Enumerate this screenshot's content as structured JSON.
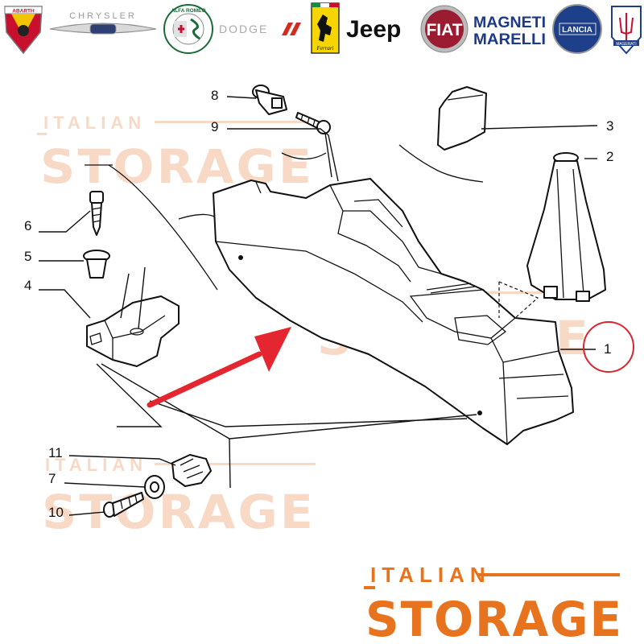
{
  "brands": {
    "abarth": "ABARTH",
    "chrysler": "CHRYSLER",
    "alfa_romeo": "ALFA ROMEO",
    "dodge": "DODGE",
    "ferrari": "Ferrari",
    "jeep": "Jeep",
    "fiat": "FIAT",
    "magneti_line1": "MAGNETI",
    "magneti_line2": "MARELLI",
    "lancia": "LANCIA",
    "maserati": "MASERATI"
  },
  "watermark": {
    "small": "ITALIAN",
    "big": "STORAGE"
  },
  "logo": {
    "small": "ITALIAN",
    "big": "STORAGE",
    "color": "#e8731f"
  },
  "part_labels": {
    "p1": "1",
    "p2": "2",
    "p3": "3",
    "p4": "4",
    "p5": "5",
    "p6": "6",
    "p7": "7",
    "p8": "8",
    "p9": "9",
    "p10": "10",
    "p11": "11"
  },
  "colors": {
    "arrow": "#e3262f",
    "highlight_circle": "#d7262f",
    "watermark": "#f7d9c6"
  }
}
